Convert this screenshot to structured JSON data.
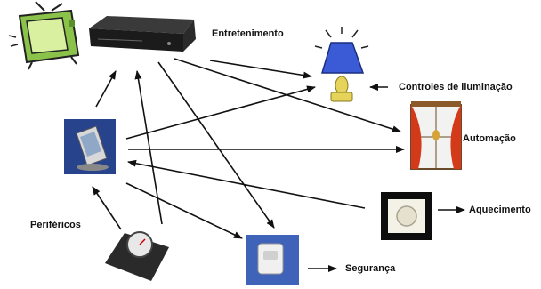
{
  "diagram": {
    "labels": {
      "entretenimento": "Entretenimento",
      "iluminacao": "Controles de iluminação",
      "automacao": "Automação",
      "aquecimento": "Aquecimento",
      "seguranca": "Segurança",
      "perifericos": "Periféricos"
    },
    "colors": {
      "arrow": "#111111",
      "tv_body": "#8bc34a",
      "tv_screen": "#d8f0a0",
      "dvd_player": "#1b1b1b",
      "lamp_shade": "#3b5bd6",
      "lamp_base": "#e6d35a",
      "curtain": "#d33a1a",
      "window_glass": "#f2f2f0",
      "pda_background": "#27438c",
      "thermostat_frame": "#0d0d0d",
      "security_background": "#3f63b8",
      "scale_body": "#2a2a2a"
    },
    "icons": [
      "tv-icon",
      "dvd-player-icon",
      "lamp-icon",
      "window-curtain-icon",
      "pda-icon",
      "thermostat-icon",
      "security-sensor-icon",
      "scale-icon"
    ]
  }
}
